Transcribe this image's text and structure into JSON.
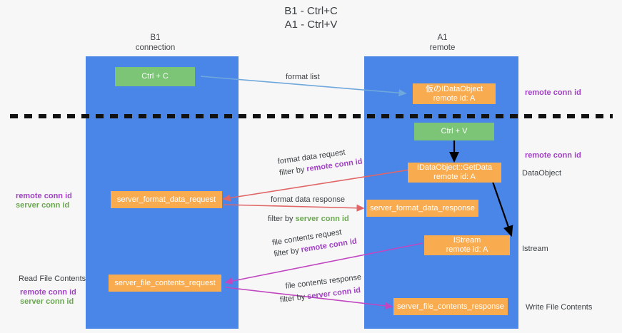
{
  "title": {
    "line1": "B1 - Ctrl+C",
    "line2": "A1 - Ctrl+V"
  },
  "columns": [
    {
      "name": "B1",
      "sub": "connection"
    },
    {
      "name": "A1",
      "sub": "remote"
    }
  ],
  "colors": {
    "lane": "#4a86e8",
    "node_orange": "#f9ab50",
    "node_green": "#7cc576",
    "accent_remote_conn": "#a142c4",
    "accent_server_conn": "#6aa84f",
    "arrow_blue": "#6fa8dc",
    "arrow_red": "#e06666",
    "arrow_purple": "#c147c1",
    "arrow_black": "#000000",
    "divider": "#111111",
    "background": "#f7f7f7"
  },
  "nodes": {
    "ctrl_c": {
      "label": "Ctrl + C"
    },
    "ctrl_v": {
      "label": "Ctrl + V"
    },
    "temp_dataobject": {
      "line1": "仮のIDataObject",
      "line2": "remote id: A"
    },
    "getdata": {
      "line1": "IDataObject::GetData",
      "line2": "remote id: A"
    },
    "istream": {
      "line1": "IStream",
      "line2": "remote id: A"
    },
    "server_format_data_request": {
      "label": "server_format_data_request"
    },
    "server_format_data_response": {
      "label": "server_format_data_response"
    },
    "server_file_contents_request": {
      "label": "server_file_contents_request"
    },
    "server_file_contents_response": {
      "label": "server_file_contents_response"
    }
  },
  "edge_labels": {
    "format_list": "format list",
    "format_data_request": "format data request",
    "format_data_request_filter_prefix": "filter by ",
    "format_data_request_filter_key": "remote conn id",
    "format_data_response": "format data response",
    "format_data_response_filter_prefix": "filter by ",
    "format_data_response_filter_key": "server conn id",
    "file_contents_request": "file contents request",
    "file_contents_request_filter_prefix": "filter by ",
    "file_contents_request_filter_key": "remote conn id",
    "file_contents_response": "file contents response",
    "file_contents_response_filter_prefix": "filter by ",
    "file_contents_response_filter_key": "server conn id"
  },
  "annotations": {
    "right_remote_conn_top": "remote conn id",
    "right_remote_conn_mid": "remote conn id",
    "right_dataobject": "DataObject",
    "right_istream": "Istream",
    "right_write_file_contents": "Write File Contents",
    "left_remote_conn_id": "remote conn id",
    "left_server_conn_id": "server conn id",
    "left_read_file_contents": "Read File Contents",
    "left_remote_conn_id_2": "remote conn id",
    "left_server_conn_id_2": "server conn id"
  }
}
